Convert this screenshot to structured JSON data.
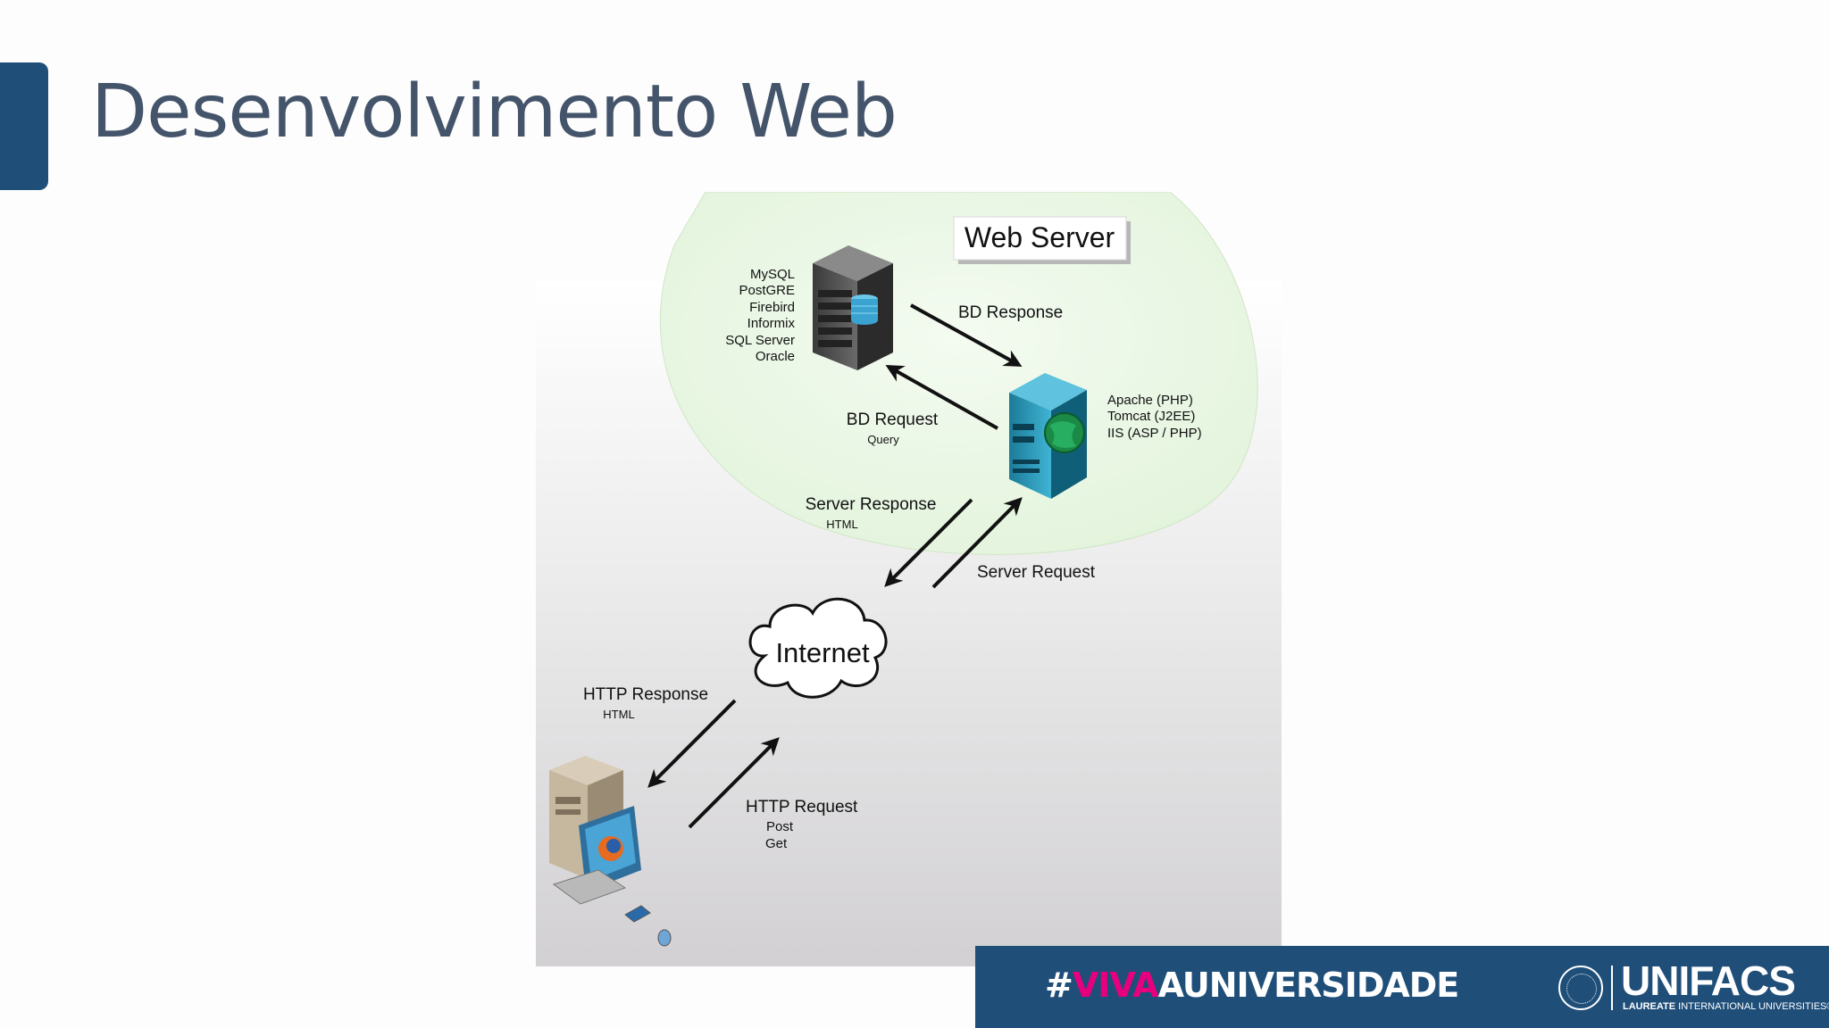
{
  "slide": {
    "title": "Desenvolvimento Web"
  },
  "diagram": {
    "web_server_label": "Web Server",
    "databases": [
      "MySQL",
      "PostGRE",
      "Firebird",
      "Informix",
      "SQL Server",
      "Oracle"
    ],
    "app_servers": [
      "Apache (PHP)",
      "Tomcat (J2EE)",
      "IIS (ASP / PHP)"
    ],
    "bd_response": "BD Response",
    "bd_request": "BD Request",
    "bd_request_sub": "Query",
    "server_response": "Server Response",
    "server_response_sub": "HTML",
    "server_request": "Server Request",
    "internet": "Internet",
    "http_response": "HTTP Response",
    "http_response_sub": "HTML",
    "http_request": "HTTP Request",
    "http_request_sub": [
      "Post",
      "Get"
    ]
  },
  "footer": {
    "hashtag_symbol": "#",
    "hashtag_viva": "VIVA",
    "hashtag_rest": "AUNIVERSIDADE",
    "logo_name": "UNIFACS",
    "logo_tag_bold": "LAUREATE",
    "logo_tag_rest": " INTERNATIONAL UNIVERSITIES®"
  },
  "colors": {
    "accent": "#1f4e79",
    "title": "#44546a",
    "hashtag_highlight": "#e6007e",
    "server_bubble": "#e3f5dc"
  }
}
